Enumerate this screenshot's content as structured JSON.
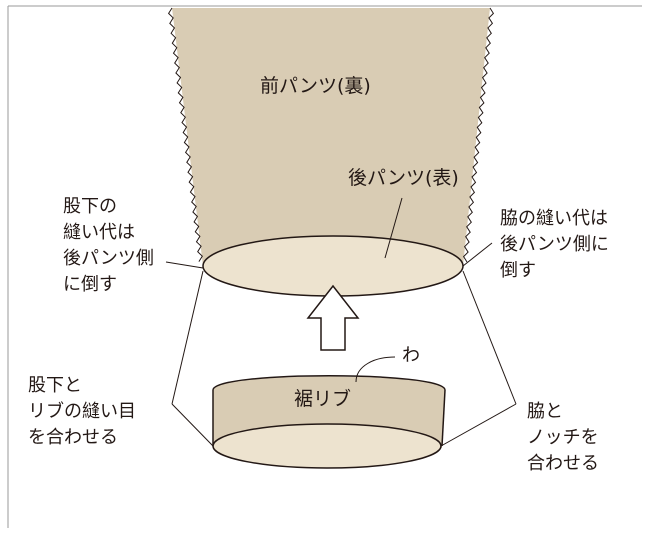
{
  "diagram": {
    "front_pants_label": "前パンツ(裏)",
    "back_pants_label": "後パンツ(表)",
    "hem_rib_label": "裾リブ",
    "fold_label": "わ",
    "left_top_note": [
      "股下の",
      "縫い代は",
      "後パンツ側",
      "に倒す"
    ],
    "right_top_note": [
      "脇の縫い代は",
      "後パンツ側に",
      "倒す"
    ],
    "left_bottom_note": [
      "股下と",
      "リブの縫い目",
      "を合わせる"
    ],
    "right_bottom_note": [
      "脇と",
      "ノッチを",
      "合わせる"
    ],
    "colors": {
      "fabric": "#d9ccb4",
      "fabric_light": "#ede3cf",
      "line": "#231815",
      "frame": "#9a9a9a"
    }
  }
}
